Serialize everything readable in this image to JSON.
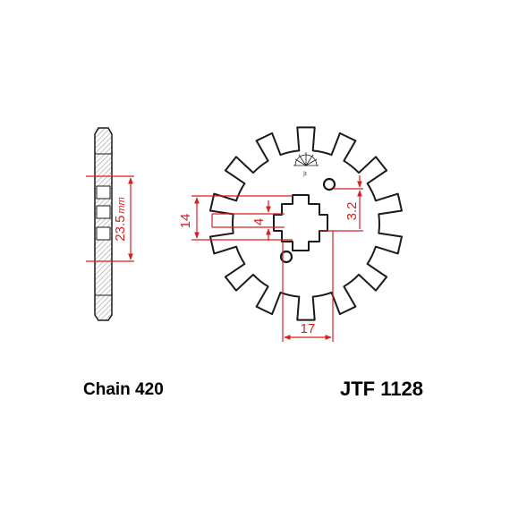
{
  "caption": {
    "chain": "Chain 420",
    "part_number": "JTF 1128"
  },
  "dimensions": {
    "side_width": "23.5",
    "side_width_unit": "mm",
    "spline_depth": "14",
    "spline_width": "4",
    "hole_offset": "3.2",
    "base_width": "17"
  },
  "sprocket": {
    "teeth": 14
  },
  "colors": {
    "outline": "#1a1a1a",
    "dimension": "#d42020",
    "hatch": "#8a8a8a"
  },
  "icons": {
    "logo": "jt-sun-logo-icon"
  }
}
